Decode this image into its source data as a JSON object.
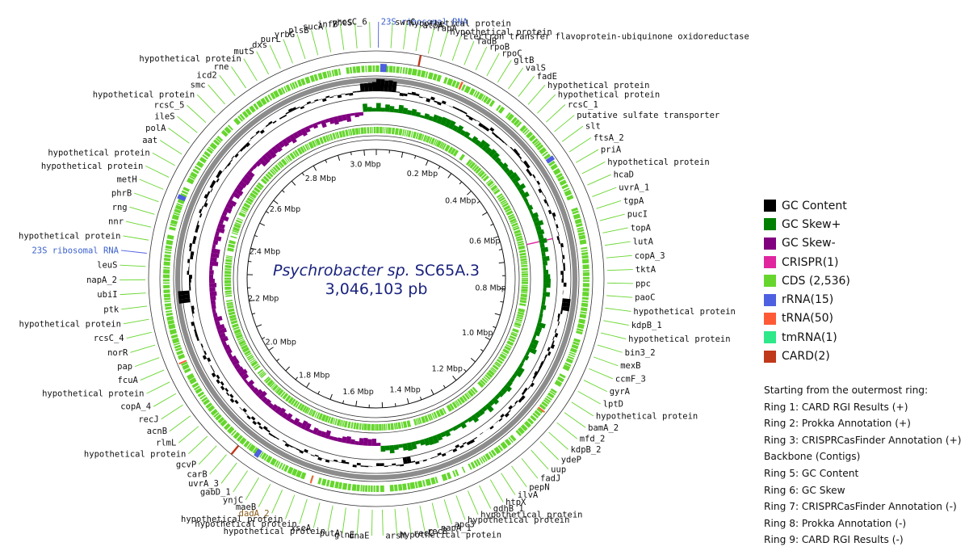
{
  "map": {
    "organism": "Psychrobacter sp.",
    "strain": "SC65A.3",
    "genome_size": "3,046,103 pb",
    "scale_labels": [
      "0.2 Mbp",
      "0.4 Mbp",
      "0.6 Mbp",
      "0.8 Mbp",
      "1.0 Mbp",
      "1.2 Mbp",
      "1.4 Mbp",
      "1.6 Mbp",
      "1.8 Mbp",
      "2.0 Mbp",
      "2.2 Mbp",
      "2.4 Mbp",
      "2.6 Mbp",
      "2.8 Mbp",
      "3.0 Mbp"
    ],
    "colors": {
      "gc_content": "#000000",
      "gc_skew_plus": "#008000",
      "gc_skew_minus": "#800080",
      "crispr": "#e0259f",
      "cds": "#66d62e",
      "rrna": "#4e5fe0",
      "trna": "#ff5a36",
      "tmrna": "#2ee88a",
      "card": "#c0391b",
      "backbone": "#8c8c8c"
    },
    "gene_labels": [
      {
        "text": "23S ribosomal RNA",
        "kind": "rrna"
      },
      {
        "text": "swrC",
        "kind": "gene"
      },
      {
        "text": "hypothetical protein",
        "kind": "gene"
      },
      {
        "text": "atpA",
        "kind": "gene"
      },
      {
        "text": "rapA",
        "kind": "gene"
      },
      {
        "text": "hypothetical protein",
        "kind": "gene"
      },
      {
        "text": "Electron transfer flavoprotein-ubiquinone oxidoreductase",
        "kind": "gene"
      },
      {
        "text": "fadB",
        "kind": "gene"
      },
      {
        "text": "rpoB",
        "kind": "gene"
      },
      {
        "text": "rpoC",
        "kind": "gene"
      },
      {
        "text": "gltB",
        "kind": "gene"
      },
      {
        "text": "valS",
        "kind": "gene"
      },
      {
        "text": "fadE",
        "kind": "gene"
      },
      {
        "text": "hypothetical protein",
        "kind": "gene"
      },
      {
        "text": "hypothetical protein",
        "kind": "gene"
      },
      {
        "text": "rcsC_1",
        "kind": "gene"
      },
      {
        "text": "putative sulfate transporter",
        "kind": "gene"
      },
      {
        "text": "slt",
        "kind": "gene"
      },
      {
        "text": "ftsA_2",
        "kind": "gene"
      },
      {
        "text": "priA",
        "kind": "gene"
      },
      {
        "text": "hypothetical protein",
        "kind": "gene"
      },
      {
        "text": "hcaD",
        "kind": "gene"
      },
      {
        "text": "uvrA_1",
        "kind": "gene"
      },
      {
        "text": "tgpA",
        "kind": "gene"
      },
      {
        "text": "pucI",
        "kind": "gene"
      },
      {
        "text": "topA",
        "kind": "gene"
      },
      {
        "text": "lutA",
        "kind": "gene"
      },
      {
        "text": "copA_3",
        "kind": "gene"
      },
      {
        "text": "tktA",
        "kind": "gene"
      },
      {
        "text": "ppc",
        "kind": "gene"
      },
      {
        "text": "paoC",
        "kind": "gene"
      },
      {
        "text": "hypothetical protein",
        "kind": "gene"
      },
      {
        "text": "kdpB_1",
        "kind": "gene"
      },
      {
        "text": "hypothetical protein",
        "kind": "gene"
      },
      {
        "text": "bin3_2",
        "kind": "gene"
      },
      {
        "text": "mexB",
        "kind": "gene"
      },
      {
        "text": "ccmF_3",
        "kind": "gene"
      },
      {
        "text": "gyrA",
        "kind": "gene"
      },
      {
        "text": "lptD",
        "kind": "gene"
      },
      {
        "text": "hypothetical protein",
        "kind": "gene"
      },
      {
        "text": "bamA_2",
        "kind": "gene"
      },
      {
        "text": "mfd_2",
        "kind": "gene"
      },
      {
        "text": "kdpB_2",
        "kind": "gene"
      },
      {
        "text": "ydeP",
        "kind": "gene"
      },
      {
        "text": "uup",
        "kind": "gene"
      },
      {
        "text": "fadJ",
        "kind": "gene"
      },
      {
        "text": "pepN",
        "kind": "gene"
      },
      {
        "text": "ilvA",
        "kind": "gene"
      },
      {
        "text": "htpX",
        "kind": "gene"
      },
      {
        "text": "gdhB_1",
        "kind": "gene"
      },
      {
        "text": "hypothetical protein",
        "kind": "gene"
      },
      {
        "text": "hypothetical protein",
        "kind": "gene"
      },
      {
        "text": "apc3",
        "kind": "gene"
      },
      {
        "text": "napA_1",
        "kind": "gene"
      },
      {
        "text": "recB",
        "kind": "gene"
      },
      {
        "text": "recC",
        "kind": "gene"
      },
      {
        "text": "hypothetical protein",
        "kind": "gene"
      },
      {
        "text": "arsM",
        "kind": "gene"
      },
      {
        "text": "dnaE",
        "kind": "gene"
      },
      {
        "text": "glnE",
        "kind": "gene"
      },
      {
        "text": "putA",
        "kind": "gene"
      },
      {
        "text": "hypothetical protein",
        "kind": "gene"
      },
      {
        "text": "xseA",
        "kind": "gene"
      },
      {
        "text": "hypothetical protein",
        "kind": "gene"
      },
      {
        "text": "hypothetical protein",
        "kind": "gene"
      },
      {
        "text": "dadA_2",
        "kind": "card"
      },
      {
        "text": "maeB",
        "kind": "gene"
      },
      {
        "text": "ynjC",
        "kind": "gene"
      },
      {
        "text": "gabD_1",
        "kind": "gene"
      },
      {
        "text": "uvrA_3",
        "kind": "gene"
      },
      {
        "text": "carB",
        "kind": "gene"
      },
      {
        "text": "gcvP",
        "kind": "gene"
      },
      {
        "text": "hypothetical protein",
        "kind": "gene"
      },
      {
        "text": "rlmL",
        "kind": "gene"
      },
      {
        "text": "acnB",
        "kind": "gene"
      },
      {
        "text": "recJ",
        "kind": "gene"
      },
      {
        "text": "copA_4",
        "kind": "gene"
      },
      {
        "text": "hypothetical protein",
        "kind": "gene"
      },
      {
        "text": "fcuA",
        "kind": "gene"
      },
      {
        "text": "pap",
        "kind": "gene"
      },
      {
        "text": "norR",
        "kind": "gene"
      },
      {
        "text": "rcsC_4",
        "kind": "gene"
      },
      {
        "text": "hypothetical protein",
        "kind": "gene"
      },
      {
        "text": "ptk",
        "kind": "gene"
      },
      {
        "text": "ubiI",
        "kind": "gene"
      },
      {
        "text": "napA_2",
        "kind": "gene"
      },
      {
        "text": "leuS",
        "kind": "gene"
      },
      {
        "text": "23S ribosomal RNA",
        "kind": "rrna"
      },
      {
        "text": "hypothetical protein",
        "kind": "gene"
      },
      {
        "text": "nnr",
        "kind": "gene"
      },
      {
        "text": "rng",
        "kind": "gene"
      },
      {
        "text": "phrB",
        "kind": "gene"
      },
      {
        "text": "metH",
        "kind": "gene"
      },
      {
        "text": "hypothetical protein",
        "kind": "gene"
      },
      {
        "text": "hypothetical protein",
        "kind": "gene"
      },
      {
        "text": "aat",
        "kind": "gene"
      },
      {
        "text": "polA",
        "kind": "gene"
      },
      {
        "text": "ileS",
        "kind": "gene"
      },
      {
        "text": "rcsC_5",
        "kind": "gene"
      },
      {
        "text": "hypothetical protein",
        "kind": "gene"
      },
      {
        "text": "smc",
        "kind": "gene"
      },
      {
        "text": "icd2",
        "kind": "gene"
      },
      {
        "text": "rne",
        "kind": "gene"
      },
      {
        "text": "hypothetical protein",
        "kind": "gene"
      },
      {
        "text": "mutS",
        "kind": "gene"
      },
      {
        "text": "dxs",
        "kind": "gene"
      },
      {
        "text": "purL",
        "kind": "gene"
      },
      {
        "text": "yrbG",
        "kind": "gene"
      },
      {
        "text": "plsB",
        "kind": "gene"
      },
      {
        "text": "sucA",
        "kind": "gene"
      },
      {
        "text": "infB",
        "kind": "gene"
      },
      {
        "text": "yheS",
        "kind": "gene"
      },
      {
        "text": "rcsC_6",
        "kind": "gene"
      }
    ]
  },
  "legend": [
    {
      "label": "GC Content",
      "color": "#000000"
    },
    {
      "label": "GC Skew+",
      "color": "#008000"
    },
    {
      "label": "GC Skew-",
      "color": "#800080"
    },
    {
      "label": "CRISPR(1)",
      "color": "#e0259f"
    },
    {
      "label": "CDS (2,536)",
      "color": "#66d62e"
    },
    {
      "label": "rRNA(15)",
      "color": "#4e5fe0"
    },
    {
      "label": "tRNA(50)",
      "color": "#ff5a36"
    },
    {
      "label": "tmRNA(1)",
      "color": "#2ee88a"
    },
    {
      "label": "CARD(2)",
      "color": "#c0391b"
    }
  ],
  "ring_description": {
    "heading": "Starting from the outermost ring:",
    "rings": [
      "Ring 1: CARD RGI Results (+)",
      "Ring 2: Prokka Annotation (+)",
      "Ring 3: CRISPRCasFinder Annotation (+)",
      "Backbone (Contigs)",
      "Ring 5: GC Content",
      "Ring 6: GC Skew",
      "Ring 7: CRISPRCasFinder Annotation (-)",
      "Ring 8: Prokka Annotation (-)",
      "Ring 9: CARD RGI Results (-)"
    ]
  }
}
